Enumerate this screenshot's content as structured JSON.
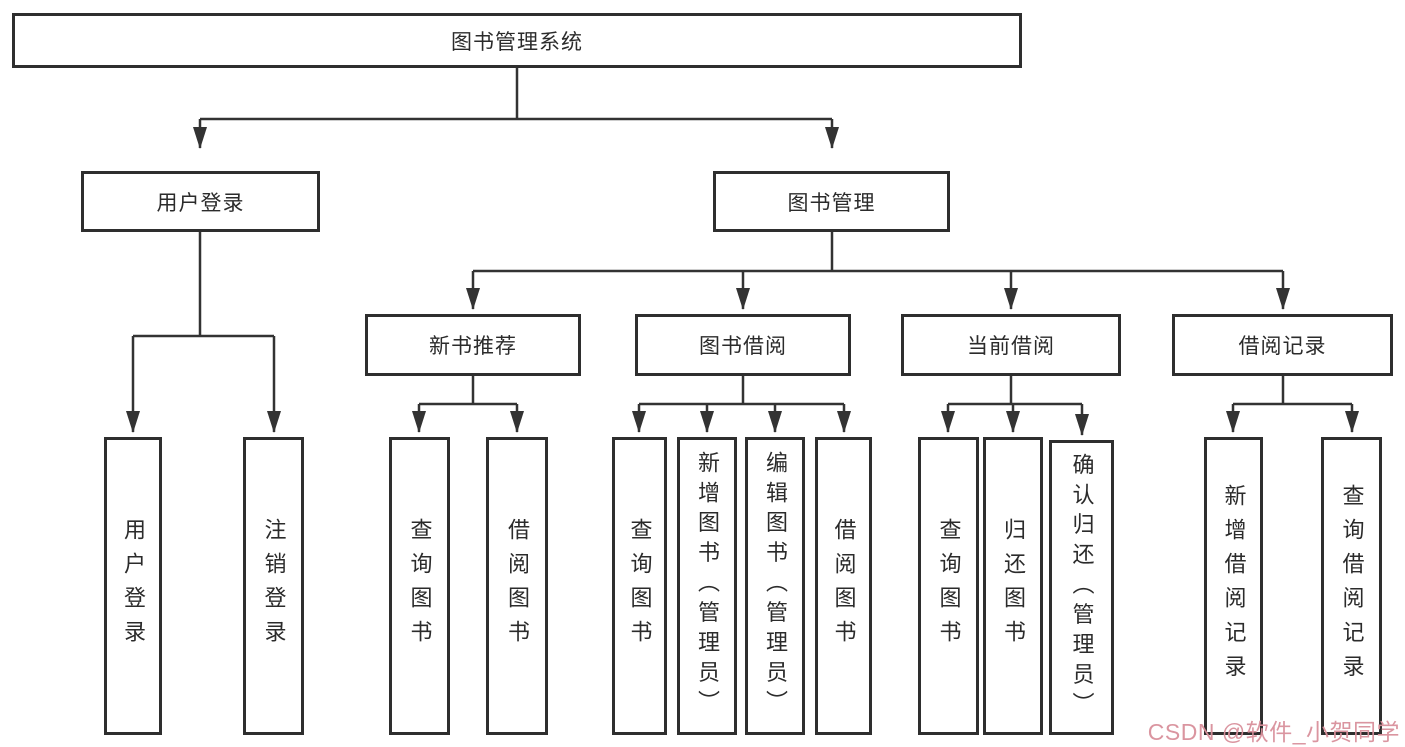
{
  "nodes": {
    "root": {
      "label": "图书管理系统"
    },
    "level2": [
      {
        "label": "用户登录"
      },
      {
        "label": "图书管理"
      }
    ],
    "level3": [
      {
        "label": "新书推荐",
        "parent": "图书管理"
      },
      {
        "label": "图书借阅",
        "parent": "图书管理"
      },
      {
        "label": "当前借阅",
        "parent": "图书管理"
      },
      {
        "label": "借阅记录",
        "parent": "图书管理"
      }
    ],
    "leaves": [
      {
        "label": "用户登录",
        "parent": "用户登录"
      },
      {
        "label": "注销登录",
        "parent": "用户登录"
      },
      {
        "label": "查询图书",
        "parent": "新书推荐"
      },
      {
        "label": "借阅图书",
        "parent": "新书推荐"
      },
      {
        "label": "查询图书",
        "parent": "图书借阅"
      },
      {
        "label": "新增图书（管理员）",
        "parent": "图书借阅"
      },
      {
        "label": "编辑图书（管理员）",
        "parent": "图书借阅"
      },
      {
        "label": "借阅图书",
        "parent": "图书借阅"
      },
      {
        "label": "查询图书",
        "parent": "当前借阅"
      },
      {
        "label": "归还图书",
        "parent": "当前借阅"
      },
      {
        "label": "确认归还（管理员）",
        "parent": "当前借阅"
      },
      {
        "label": "新增借阅记录",
        "parent": "借阅记录"
      },
      {
        "label": "查询借阅记录",
        "parent": "借阅记录"
      }
    ]
  },
  "watermark": {
    "text": "CSDN @软件_小贺同学",
    "color": "#D9909B"
  },
  "colors": {
    "line": "#333333",
    "box_border": "#2e2e2e",
    "box_background": "#ffffff",
    "text": "#2b2b2b"
  }
}
